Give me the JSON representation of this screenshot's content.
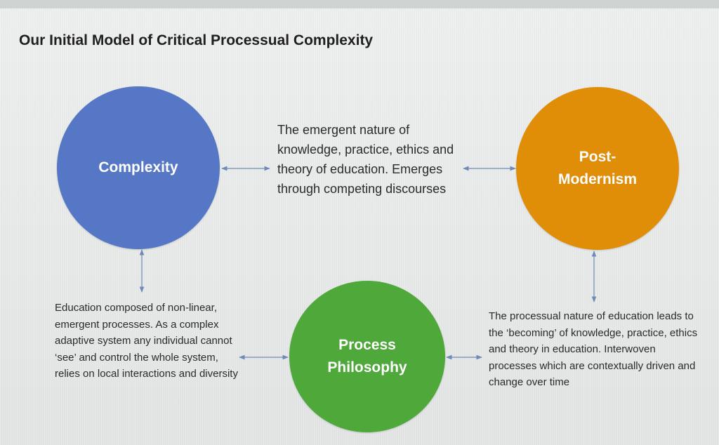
{
  "title": "Our Initial Model of Critical Processual Complexity",
  "nodes": {
    "complexity": {
      "label": "Complexity",
      "color": "#5677c5"
    },
    "post_modernism": {
      "label": "Post-\nModernism",
      "color": "#e08d08"
    },
    "process_philosophy": {
      "label": "Process\nPhilosophy",
      "color": "#4ea83a"
    }
  },
  "texts": {
    "center": "The emergent nature of knowledge, practice, ethics and theory of education. Emerges through competing discourses",
    "left": "Education composed of non-linear, emergent processes. As a complex adaptive system any individual cannot ‘see’ and control the whole system, relies on local interactions and diversity",
    "right": "The processual nature of education leads to the ‘becoming’ of knowledge, practice, ethics and theory in education. Interwoven processes which are contextually driven and change over time"
  },
  "arrow_color": "#6e8bb8"
}
